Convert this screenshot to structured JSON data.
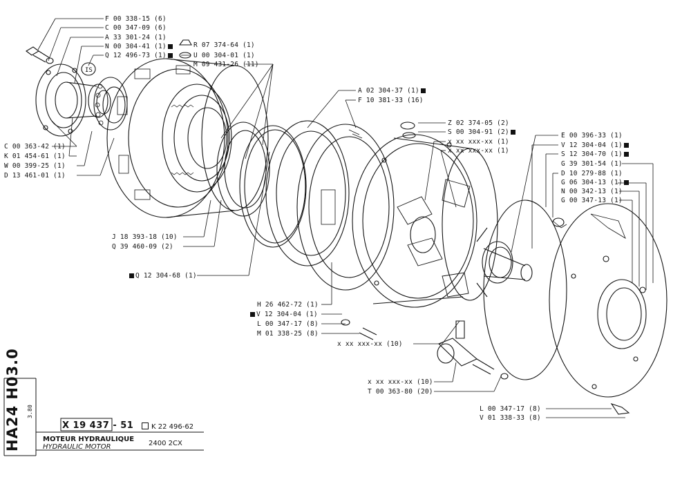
{
  "document": {
    "vertical_code": "HA24 H03.0",
    "date": "3.80",
    "reference": "X 19 437 - 51",
    "alt_reference": "K 22 496-62",
    "title_fr": "MOTEUR HYDRAULIQUE",
    "title_en": "HYDRAULIC MOTOR",
    "model": "2400 2CX"
  },
  "labels": {
    "f00338": "F 00 338-15 (6)",
    "c00347_09": "C 00 347-09 (6)",
    "a33301": "A 33 301-24 (1)",
    "n00304": "N 00 304-41 (1)",
    "q12496": "Q 12 496-73 (1)",
    "r07374": "R 07 374-64 (1)",
    "u00304": "U 00 304-01 (1)",
    "m09431": "M 09 431-26 (11)",
    "a02304": "A 02 304-37 (1)",
    "f10381": "F 10 381-33 (16)",
    "z02374": "Z 02 374-05 (2)",
    "s00304": "S 00 304-91 (2)",
    "xx1": "x xx xxx-xx (1)",
    "xx2": "x xx xxx-xx (1)",
    "e00396": "E 00 396-33 (1)",
    "v12304a": "V 12 304-04 (1)",
    "s12304": "S 12 304-70 (1)",
    "g39301": "G 39 301-54 (1)",
    "d10279": "D 10 279-88 (1)",
    "g06304": "G 06 304-13 (1)",
    "n00342": "N 00 342-13 (1)",
    "g00347": "G 00 347-13 (1)",
    "c00363": "C 00 363-42 (1)",
    "k01454": "K 01 454-61 (1)",
    "w00399": "W 00 399-25 (1)",
    "d13461": "D 13 461-01 (1)",
    "j18393": "J 18 393-18 (10)",
    "q39460": "Q 39 460-09 (2)",
    "q12304": "Q 12 304-68 (1)",
    "h26462": "H 26 462-72 (1)",
    "v12304b": "V 12 304-04 (1)",
    "l00347a": "L 00 347-17 (8)",
    "m01338": "M 01 338-25 (8)",
    "xx10a": "x xx xxx-xx (10)",
    "xx10b": "x xx xxx-xx (10)",
    "t00363": "T 00 363-80 (20)",
    "l00347b": "L 00 347-17 (8)",
    "v01338": "V 01 338-33 (8)"
  }
}
